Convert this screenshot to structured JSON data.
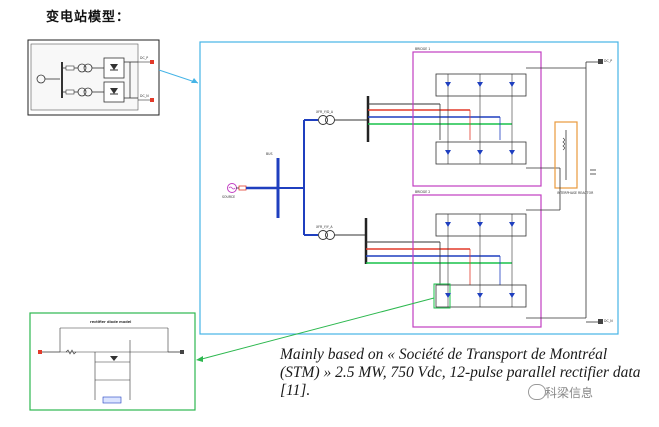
{
  "title": "变电站模型：",
  "caption": "Mainly based on « Société de Transport de Montréal (STM) » 2.5 MW, 750 Vdc, 12-pulse parallel rectifier data [11].",
  "watermark": "科梁信息",
  "labels": {
    "bridge1": "BRIDGE 1",
    "bridge2": "BRIDGE 2",
    "diode_model_title": "rectifier diode model",
    "src": "SOURCE",
    "tr1": "XFR_Y/D_A",
    "tr2": "XFR_Y/Y_A",
    "bus": "BUS",
    "dc_plus": "DC_P",
    "dc_minus": "DC_N",
    "interphase": "INTERPHASE REACTOR"
  },
  "colors": {
    "blue": "#1f3fbf",
    "green": "#19c24a",
    "red": "#e23a2a",
    "magenta": "#c23ec2",
    "cyan": "#45b4e6",
    "orange": "#e89a3c",
    "frame_green": "#2db84f"
  }
}
